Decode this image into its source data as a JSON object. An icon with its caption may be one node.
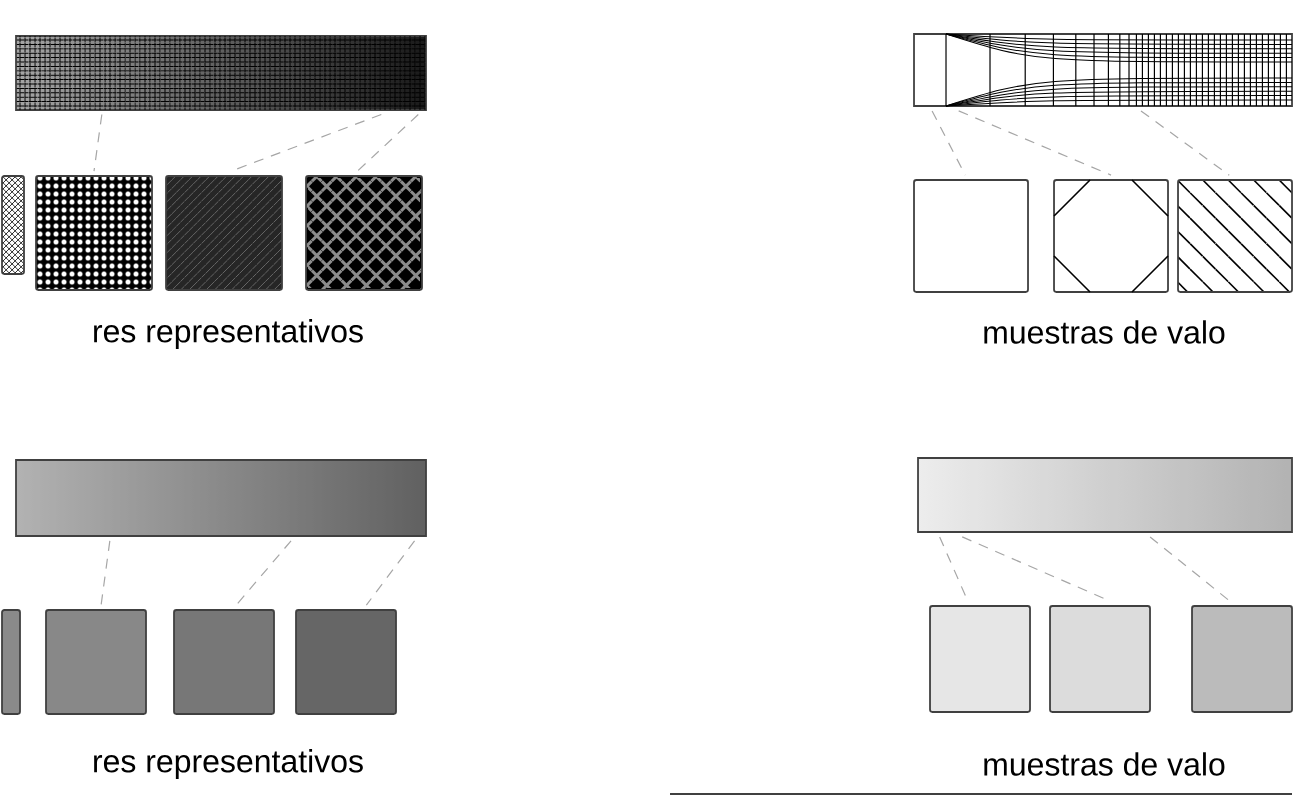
{
  "diagram": {
    "nodes": [
      {
        "text": [],
        "shape": "bar"
      },
      {
        "text": [],
        "shape": "box"
      },
      {
        "text": [],
        "shape": "box"
      },
      {
        "text": [],
        "shape": "box"
      },
      {
        "text": [],
        "shape": "box"
      },
      {
        "text": [],
        "shape": "bar"
      },
      {
        "text": [],
        "shape": "box"
      },
      {
        "text": [],
        "shape": "box"
      },
      {
        "text": [],
        "shape": "box"
      },
      {
        "text": [],
        "shape": "bar"
      },
      {
        "text": [],
        "shape": "box"
      },
      {
        "text": [],
        "shape": "box"
      },
      {
        "text": [],
        "shape": "box"
      },
      {
        "text": [],
        "shape": "box"
      },
      {
        "text": [],
        "shape": "bar"
      },
      {
        "text": [],
        "shape": "box"
      },
      {
        "text": [],
        "shape": "box"
      },
      {
        "text": [],
        "shape": "box"
      }
    ],
    "edges": [
      {
        "from": 0,
        "to": 2,
        "arrow": "none",
        "style": "dashed"
      },
      {
        "from": 0,
        "to": 3,
        "arrow": "none",
        "style": "dashed"
      },
      {
        "from": 0,
        "to": 4,
        "arrow": "none",
        "style": "dashed"
      },
      {
        "from": 5,
        "to": 6,
        "arrow": "none",
        "style": "dashed"
      },
      {
        "from": 5,
        "to": 7,
        "arrow": "none",
        "style": "dashed"
      },
      {
        "from": 5,
        "to": 8,
        "arrow": "none",
        "style": "dashed"
      },
      {
        "from": 9,
        "to": 11,
        "arrow": "none",
        "style": "dashed"
      },
      {
        "from": 9,
        "to": 12,
        "arrow": "none",
        "style": "dashed"
      },
      {
        "from": 9,
        "to": 13,
        "arrow": "none",
        "style": "dashed"
      },
      {
        "from": 14,
        "to": 15,
        "arrow": "none",
        "style": "dashed"
      },
      {
        "from": 14,
        "to": 16,
        "arrow": "none",
        "style": "dashed"
      },
      {
        "from": 14,
        "to": 17,
        "arrow": "none",
        "style": "dashed"
      }
    ],
    "labels": [
      "res representativos",
      "muestras de valo",
      "res representativos",
      "muestras de valo"
    ]
  }
}
